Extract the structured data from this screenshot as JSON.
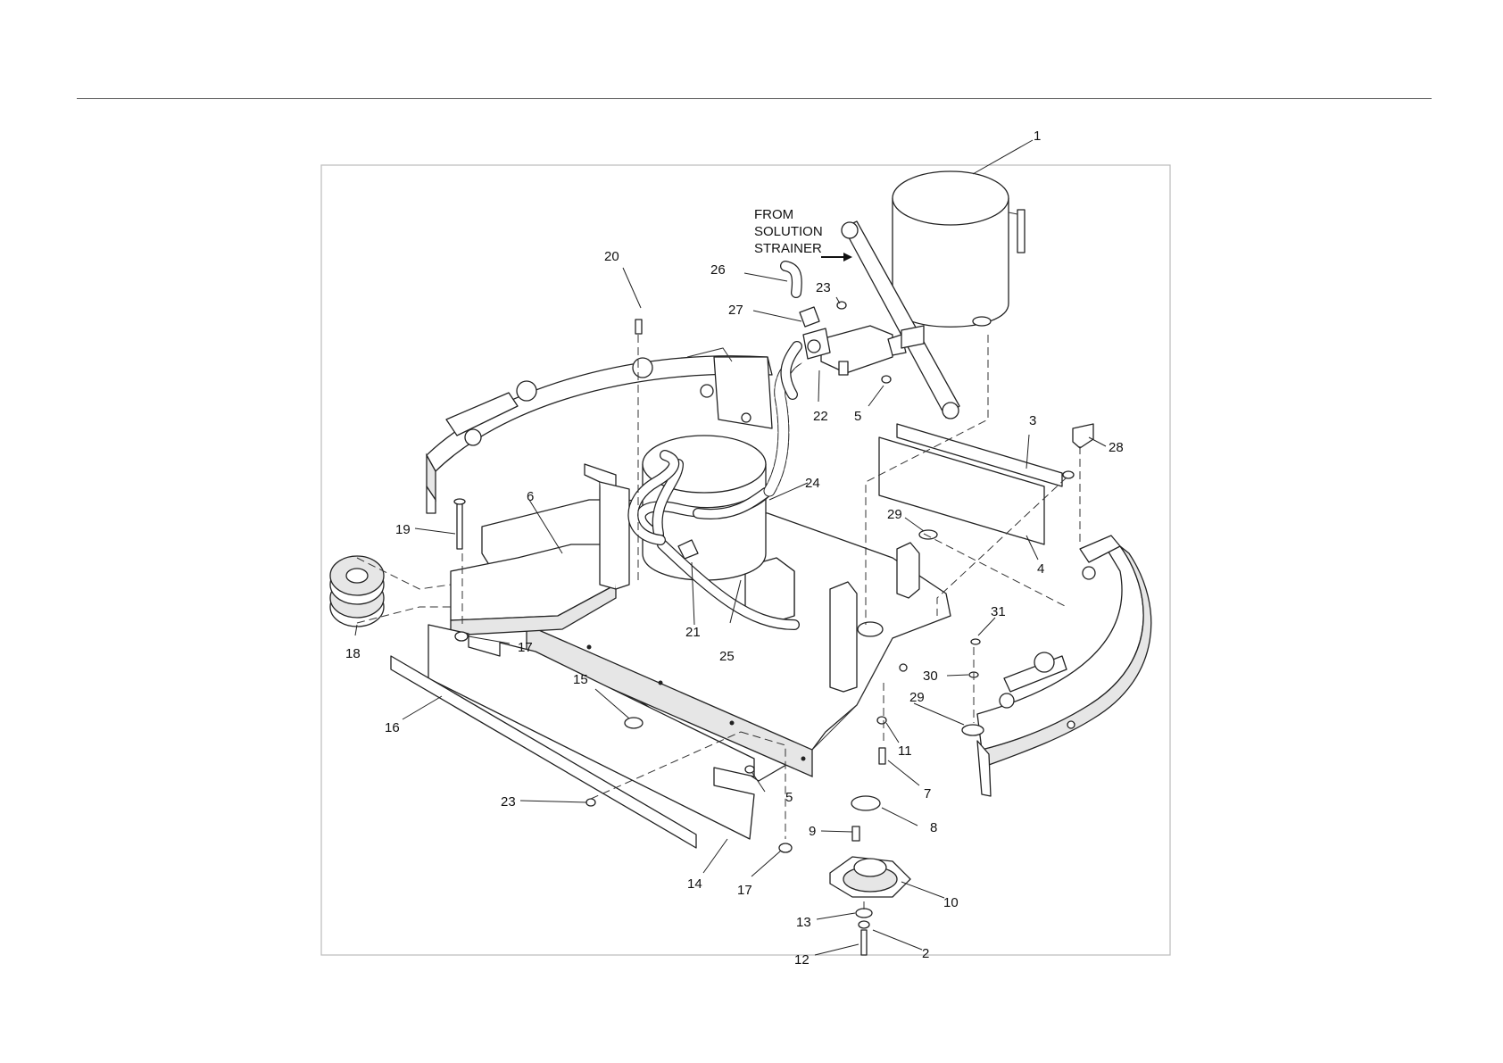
{
  "diagram": {
    "note_lines": [
      "FROM",
      "SOLUTION",
      "STRAINER"
    ],
    "callouts": [
      {
        "id": "c1",
        "label": "1"
      },
      {
        "id": "c2",
        "label": "2"
      },
      {
        "id": "c3",
        "label": "3"
      },
      {
        "id": "c4",
        "label": "4"
      },
      {
        "id": "c5a",
        "label": "5"
      },
      {
        "id": "c5b",
        "label": "5"
      },
      {
        "id": "c6",
        "label": "6"
      },
      {
        "id": "c7",
        "label": "7"
      },
      {
        "id": "c8",
        "label": "8"
      },
      {
        "id": "c9",
        "label": "9"
      },
      {
        "id": "c10",
        "label": "10"
      },
      {
        "id": "c11",
        "label": "11"
      },
      {
        "id": "c12",
        "label": "12"
      },
      {
        "id": "c13",
        "label": "13"
      },
      {
        "id": "c14",
        "label": "14"
      },
      {
        "id": "c15",
        "label": "15"
      },
      {
        "id": "c16",
        "label": "16"
      },
      {
        "id": "c17a",
        "label": "17"
      },
      {
        "id": "c17b",
        "label": "17"
      },
      {
        "id": "c18",
        "label": "18"
      },
      {
        "id": "c19",
        "label": "19"
      },
      {
        "id": "c20",
        "label": "20"
      },
      {
        "id": "c21",
        "label": "21"
      },
      {
        "id": "c22",
        "label": "22"
      },
      {
        "id": "c23a",
        "label": "23"
      },
      {
        "id": "c23b",
        "label": "23"
      },
      {
        "id": "c24",
        "label": "24"
      },
      {
        "id": "c25",
        "label": "25"
      },
      {
        "id": "c26",
        "label": "26"
      },
      {
        "id": "c27",
        "label": "27"
      },
      {
        "id": "c28",
        "label": "28"
      },
      {
        "id": "c29a",
        "label": "29"
      },
      {
        "id": "c29b",
        "label": "29"
      },
      {
        "id": "c30",
        "label": "30"
      },
      {
        "id": "c31",
        "label": "31"
      }
    ]
  }
}
